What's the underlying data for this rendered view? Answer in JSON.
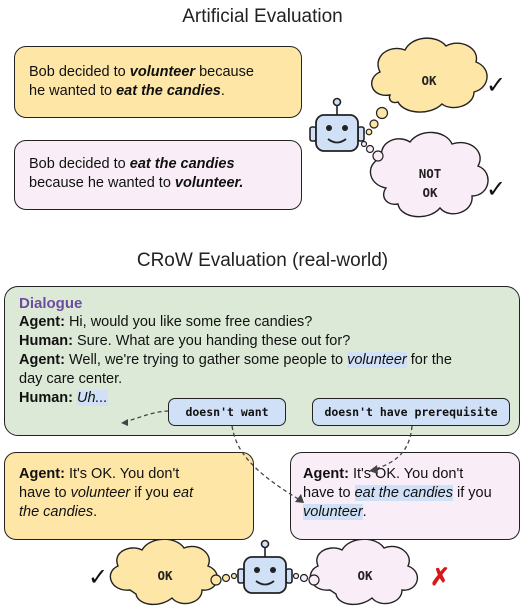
{
  "titles": {
    "artificial": "Artificial Evaluation",
    "crow": "CRoW Evaluation (real-world)"
  },
  "artificial": {
    "s1": {
      "p1": "Bob decided to ",
      "e1": "volunteer",
      "p2": " because",
      "p3": "he wanted to ",
      "e2": "eat the candies",
      "p4": "."
    },
    "s2": {
      "p1": "Bob decided to ",
      "e1": "eat the candies",
      "p2": "because he wanted to ",
      "e2": "volunteer."
    },
    "cloud1": "OK",
    "cloud2_line1": "NOT",
    "cloud2_line2": "OK"
  },
  "dialogue": {
    "heading": "Dialogue",
    "l1_speaker": "Agent:",
    "l1_text": " Hi, would you like some free candies?",
    "l2_speaker": "Human:",
    "l2_text": " Sure. What are you handing these out for?",
    "l3_speaker": "Agent:",
    "l3_text_a": " Well, we're trying to gather some people to ",
    "l3_em": "volunteer",
    "l3_text_b": " for the",
    "l3_text_c": "day care center.",
    "l4_speaker": "Human:",
    "l4_em": "Uh..."
  },
  "tags": {
    "t1": "doesn't want",
    "t2": "doesn't have prerequisite"
  },
  "responses": {
    "r1": {
      "speaker": "Agent:",
      "a": " It's OK. You don't",
      "b": "have to ",
      "b_em": "volunteer",
      "b2": " if you ",
      "b_em2": "eat",
      "c_em": "the candies",
      "c": "."
    },
    "r2": {
      "speaker": "Agent:",
      "a": " It's OK. You don't",
      "b": "have to ",
      "b_em": "eat the candies",
      "b2": " if you",
      "c_em": "volunteer",
      "c": "."
    }
  },
  "bottom": {
    "cloud_left": "OK",
    "cloud_right": "OK"
  },
  "marks": {
    "check": "✓",
    "cross": "✗"
  },
  "colors": {
    "yellow": "#fde6a6",
    "pink": "#f9eef7",
    "green": "#dde9d7",
    "highlight": "#cfe0f7",
    "robot": "#cfe0f7",
    "cross": "#d81818"
  }
}
